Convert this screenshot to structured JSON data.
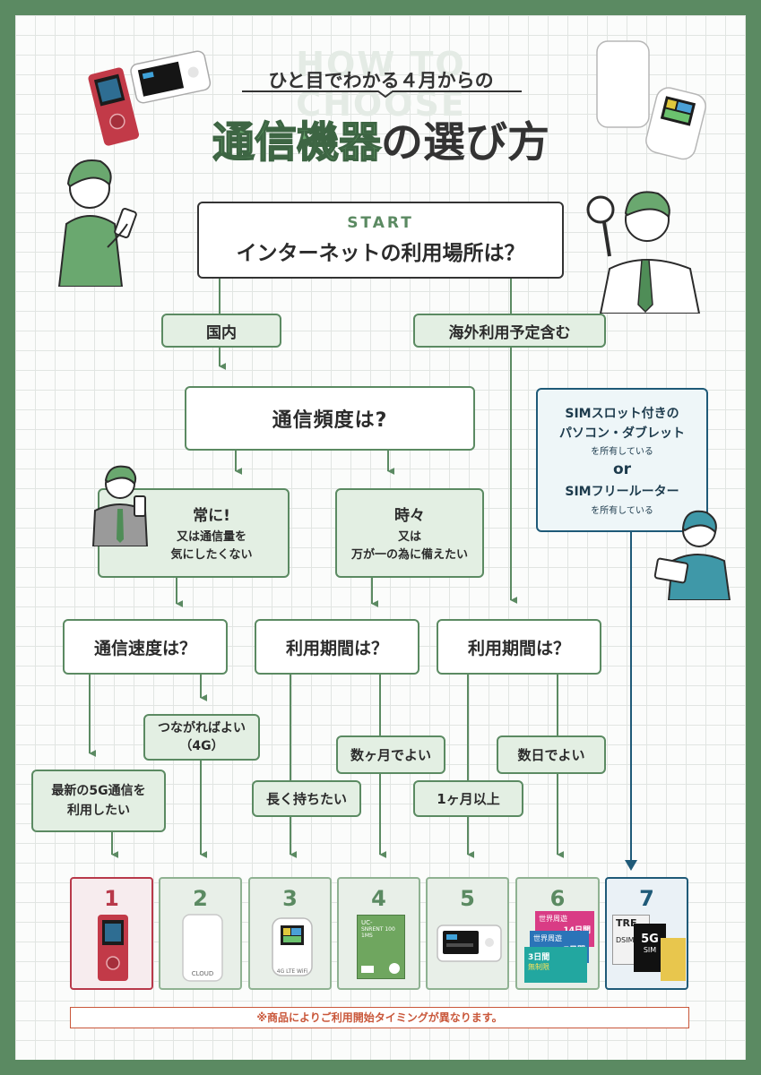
{
  "header": {
    "ghost": "HOW TO CHOOSE",
    "subtitle": "ひと目でわかる４月からの",
    "title_green": "通信機器",
    "title_dark": "の選び方"
  },
  "start": {
    "label": "START",
    "question": "インターネットの利用場所は？"
  },
  "branches": {
    "domestic": "国内",
    "overseas": "海外利用予定含む"
  },
  "frequency": {
    "question": "通信頻度は?"
  },
  "always": {
    "title": "常に!",
    "line1": "又は通信量を",
    "line2": "気にしたくない"
  },
  "sometimes": {
    "title": "時々",
    "line1": "又は",
    "line2": "万が一の為に備えたい"
  },
  "sim": {
    "line1": "SIMスロット付きの",
    "line2": "パソコン・ダブレット",
    "own1": "を所有している",
    "or": "or",
    "line3": "SIMフリールーター",
    "own2": "を所有している"
  },
  "speed_q": "通信速度は？",
  "period_q1": "利用期間は？",
  "period_q2": "利用期間は？",
  "answers": {
    "latest5g_1": "最新の5G通信を",
    "latest5g_2": "利用したい",
    "connected_1": "つながればよい",
    "connected_2": "（4G）",
    "long": "長く持ちたい",
    "months": "数ヶ月でよい",
    "month_plus": "1ヶ月以上",
    "days": "数日でよい"
  },
  "cards": [
    {
      "num": "1"
    },
    {
      "num": "2"
    },
    {
      "num": "3"
    },
    {
      "num": "4"
    },
    {
      "num": "5"
    },
    {
      "num": "6"
    },
    {
      "num": "7"
    }
  ],
  "device_text": {
    "cloud": "CLOUD",
    "lte": "4G LTE WiFi",
    "uc": "UC-",
    "snrent": "SNRENT 100",
    "ms": "1MS",
    "sim_days14": "14日間",
    "sim_days7": "7日間",
    "sim_days3": "3日間",
    "sim_world": "世界周遊",
    "sim_unlimited": "無制限",
    "tre": "TRE",
    "dsim": "DSIM",
    "g5": "5G",
    "simtxt": "SIM"
  },
  "footer": {
    "note": "※商品によりご利用開始タイミングが異なります。"
  },
  "colors": {
    "frame_green": "#5b8a62",
    "box_fill": "#e3efe3",
    "blue_accent": "#1f5a78",
    "red_accent": "#b8394a",
    "footer_border": "#c9573a"
  }
}
